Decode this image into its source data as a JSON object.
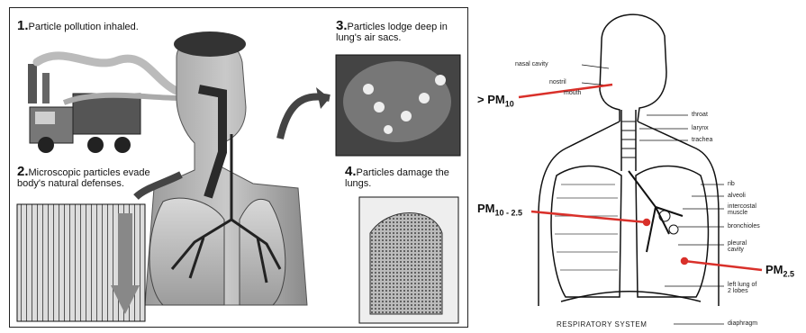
{
  "left_panel": {
    "step1": {
      "num": "1.",
      "text": "Particle pollution inhaled."
    },
    "step2": {
      "num": "2.",
      "text": "Microscopic particles evade body's natural defenses."
    },
    "step3": {
      "num": "3.",
      "text": "Particles lodge deep in lung's air sacs."
    },
    "step4": {
      "num": "4.",
      "text": "Particles damage the lungs."
    }
  },
  "right_panel": {
    "caption": "RESPIRATORY SYSTEM",
    "labels": {
      "nasal_cavity": "nasal cavity",
      "nostril": "nostril",
      "mouth": "mouth",
      "throat": "throat",
      "larynx": "larynx",
      "trachea": "trachea",
      "rib": "rib",
      "alveoli": "alveoli",
      "intercostal_muscle": "intercostal\nmuscle",
      "bronchioles": "bronchioles",
      "pleural_cavity": "pleural\ncavity",
      "left_lung": "left lung of\n2 lobes",
      "diaphragm": "diaphragm"
    },
    "pm_labels": {
      "pm10_prefix": "> PM",
      "pm10_sub": "10",
      "pm10_25_main": "PM",
      "pm10_25_sub": "10 - 2.5",
      "pm25_main": "PM",
      "pm25_sub": "2.5"
    },
    "arrow_color": "#d9302a"
  }
}
